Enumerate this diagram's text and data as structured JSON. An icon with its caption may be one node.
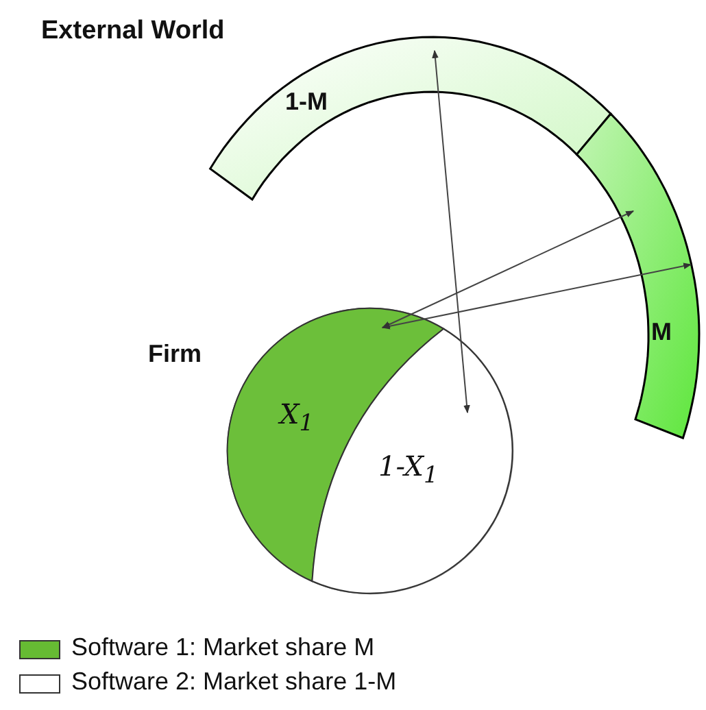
{
  "diagram": {
    "nodes": [
      {
        "text": [
          "1-M"
        ]
      },
      {
        "text": [
          "M"
        ]
      },
      {
        "text": [
          "Firm"
        ]
      },
      {
        "text": [
          "X$_{1}$"
        ],
        "in": 2
      },
      {
        "text": [
          "1-X$_{1}$"
        ],
        "in": 2
      }
    ],
    "edges": [
      {
        "from": 0,
        "to": 4,
        "arrow": "both"
      },
      {
        "from": 3,
        "to": 1,
        "arrow": "both"
      },
      {
        "from": 3,
        "to": 1,
        "arrow": "both"
      }
    ],
    "labels": [
      "External World"
    ],
    "legend": [
      {
        "text": "Software 1: Market share M",
        "color": "#66bb33"
      },
      {
        "text": "Software 2: Market share 1-M",
        "color": "#ffffff"
      }
    ]
  }
}
